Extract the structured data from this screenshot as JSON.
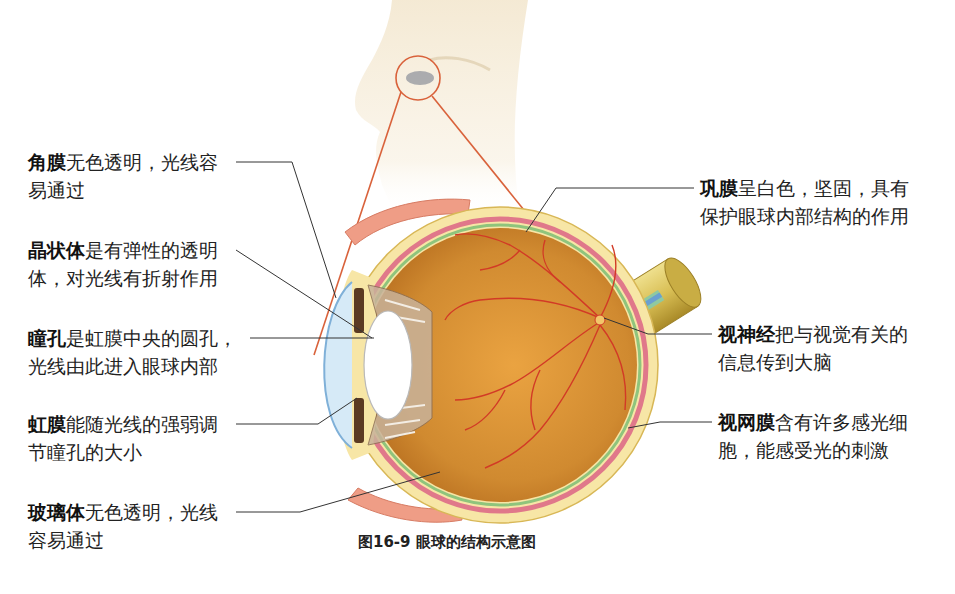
{
  "diagram": {
    "caption": "图16-9 眼球的结构示意图",
    "labels": [
      "角膜",
      "无色透明，光线容易通过",
      "晶状体",
      "是有弹性的透明体，对光线有折射作用",
      "瞳孔",
      "是虹膜中央的圆孔，光线由此进入眼球内部",
      "虹膜",
      "能随光线的强弱调节瞳孔的大小",
      "玻璃体",
      "无色透明，光线容易通过",
      "巩膜",
      "呈白色，坚固，具有保护眼球内部结构的作用",
      "视神经",
      "把与视觉有关的信息传到大脑",
      "视网膜",
      "含有许多感光细胞，能感受光的刺激"
    ]
  }
}
